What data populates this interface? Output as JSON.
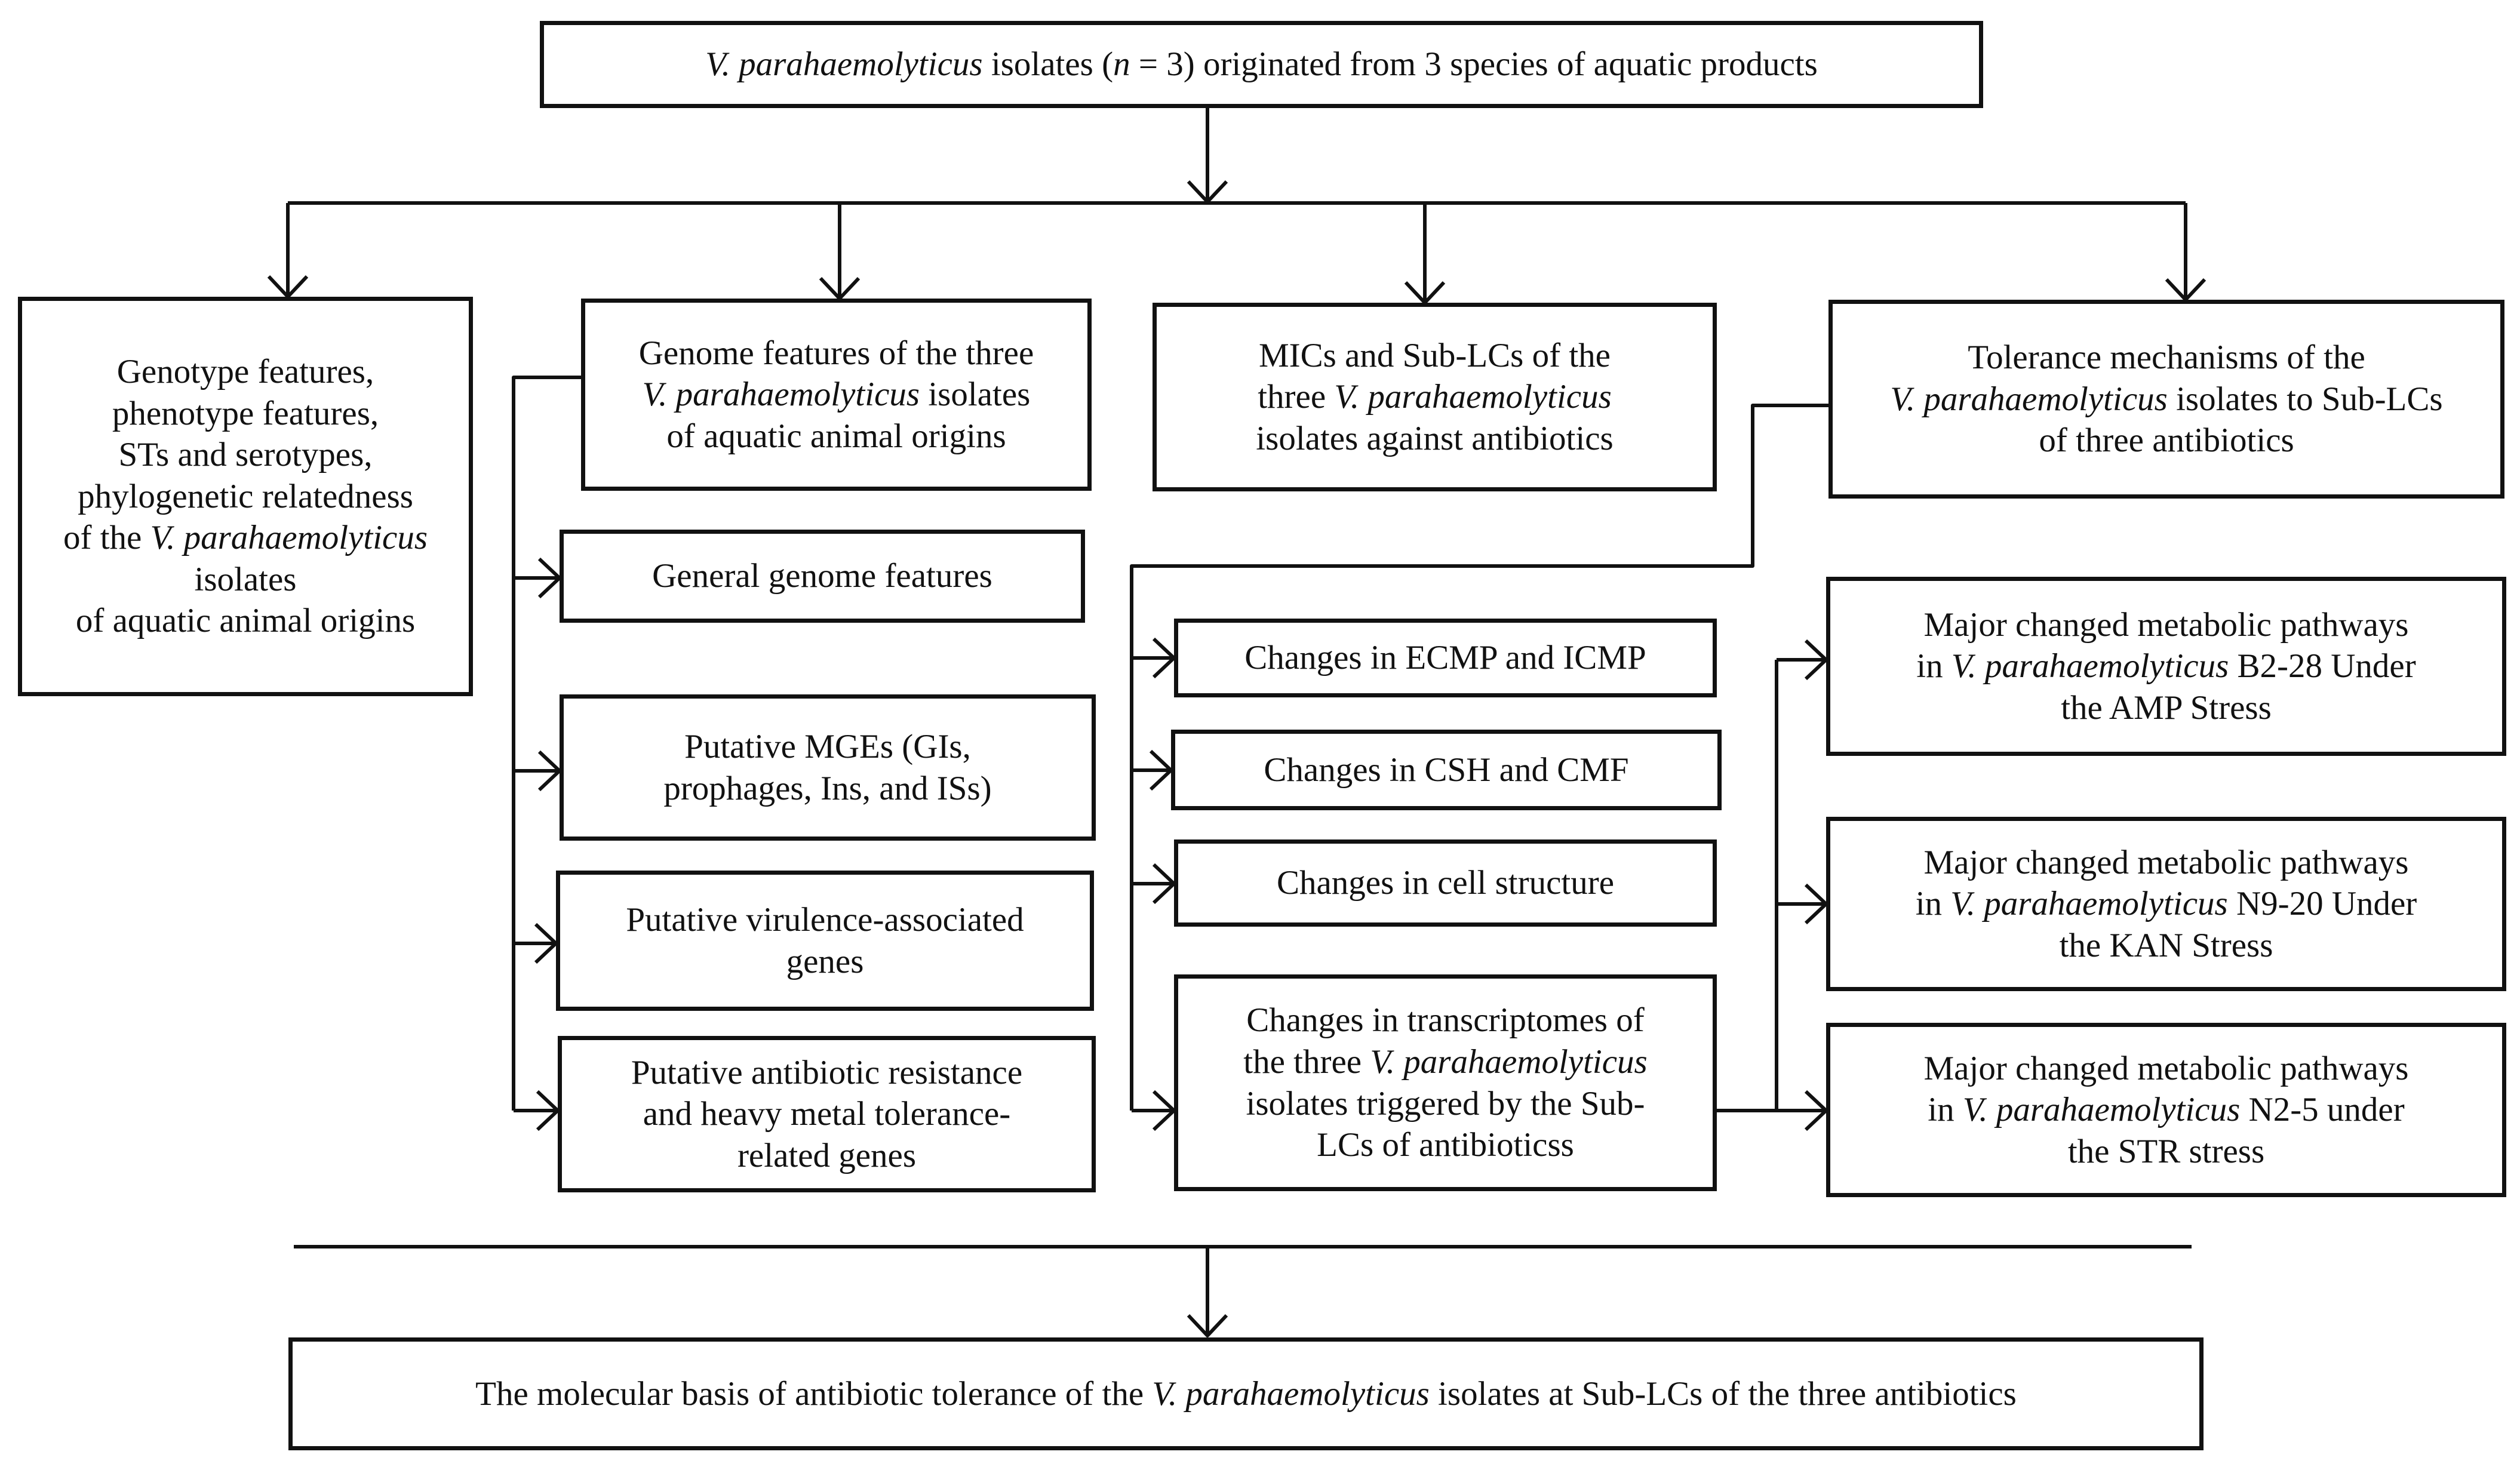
{
  "top": [
    {
      "t": "V. parahaemolyticus",
      "i": true
    },
    {
      "t": " isolates ("
    },
    {
      "t": "n",
      "i": true
    },
    {
      "t": " = 3) originated from 3 species of aquatic products"
    }
  ],
  "col1": [
    [
      {
        "t": "Genotype features,"
      }
    ],
    [
      {
        "t": "phenotype features,"
      }
    ],
    [
      {
        "t": "STs and serotypes,"
      }
    ],
    [
      {
        "t": "phylogenetic relatedness"
      }
    ],
    [
      {
        "t": "of the "
      },
      {
        "t": "V. parahaemolyticus",
        "i": true
      }
    ],
    [
      {
        "t": "isolates"
      }
    ],
    [
      {
        "t": "of aquatic animal origins"
      }
    ]
  ],
  "col2": {
    "header": [
      [
        {
          "t": "Genome features of the three"
        }
      ],
      [
        {
          "t": "V. parahaemolyticus",
          "i": true
        },
        {
          "t": " isolates"
        }
      ],
      [
        {
          "t": "of aquatic animal origins"
        }
      ]
    ],
    "items": [
      [
        [
          {
            "t": "General genome features"
          }
        ]
      ],
      [
        [
          {
            "t": "Putative MGEs (GIs,"
          }
        ],
        [
          {
            "t": "prophages, Ins, and ISs)"
          }
        ]
      ],
      [
        [
          {
            "t": "Putative virulence-associated"
          }
        ],
        [
          {
            "t": "genes"
          }
        ]
      ],
      [
        [
          {
            "t": "Putative  antibiotic resistance"
          }
        ],
        [
          {
            "t": "and heavy metal tolerance-"
          }
        ],
        [
          {
            "t": "related genes"
          }
        ]
      ]
    ]
  },
  "col3": {
    "header": [
      [
        {
          "t": "MICs and Sub-LCs of the"
        }
      ],
      [
        {
          "t": "three "
        },
        {
          "t": "V. parahaemolyticus",
          "i": true
        }
      ],
      [
        {
          "t": "isolates against antibiotics"
        }
      ]
    ],
    "items": [
      [
        [
          {
            "t": "Changes in ECMP and ICMP"
          }
        ]
      ],
      [
        [
          {
            "t": "Changes in CSH and CMF"
          }
        ]
      ],
      [
        [
          {
            "t": "Changes in cell structure"
          }
        ]
      ],
      [
        [
          {
            "t": "Changes in transcriptomes of"
          }
        ],
        [
          {
            "t": "the three "
          },
          {
            "t": "V. parahaemolyticus",
            "i": true
          }
        ],
        [
          {
            "t": "isolates triggered by the Sub-"
          }
        ],
        [
          {
            "t": "LCs of antibioticss"
          }
        ]
      ]
    ]
  },
  "col4": {
    "header": [
      [
        {
          "t": "Tolerance mechanisms of the"
        }
      ],
      [
        {
          "t": "V. parahaemolyticus",
          "i": true
        },
        {
          "t": " isolates to Sub-LCs"
        }
      ],
      [
        {
          "t": "of  three antibiotics"
        }
      ]
    ],
    "items": [
      [
        [
          {
            "t": "Major changed metabolic pathways"
          }
        ],
        [
          {
            "t": "in "
          },
          {
            "t": "V. parahaemolyticus",
            "i": true
          },
          {
            "t": " B2-28 Under"
          }
        ],
        [
          {
            "t": "the AMP Stress"
          }
        ]
      ],
      [
        [
          {
            "t": "Major changed metabolic pathways"
          }
        ],
        [
          {
            "t": "in "
          },
          {
            "t": "V. parahaemolyticus",
            "i": true
          },
          {
            "t": " N9-20 Under"
          }
        ],
        [
          {
            "t": "the KAN Stress"
          }
        ]
      ],
      [
        [
          {
            "t": "Major changed metabolic pathways"
          }
        ],
        [
          {
            "t": "in "
          },
          {
            "t": "V. parahaemolyticus",
            "i": true
          },
          {
            "t": " N2-5 under"
          }
        ],
        [
          {
            "t": "the STR stress"
          }
        ]
      ]
    ]
  },
  "bottom": [
    {
      "t": "The molecular basis of antibiotic tolerance of the "
    },
    {
      "t": "V. parahaemolyticus",
      "i": true
    },
    {
      "t": " isolates at Sub-LCs of the three antibiotics"
    }
  ]
}
